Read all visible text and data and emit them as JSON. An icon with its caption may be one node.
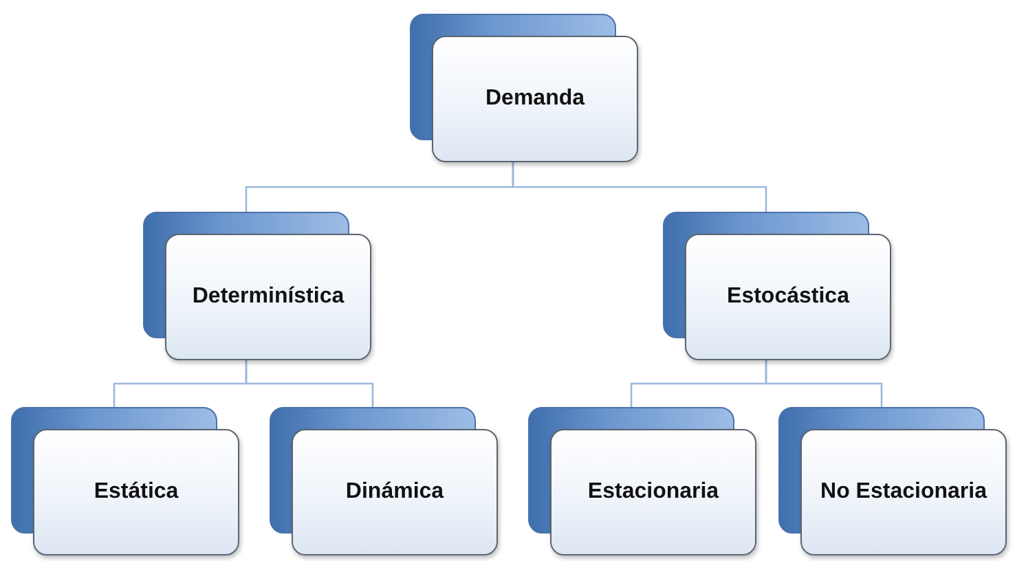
{
  "diagram": {
    "nodes": [
      {
        "text": [
          "Demanda"
        ]
      },
      {
        "text": [
          "Determinística"
        ]
      },
      {
        "text": [
          "Estocástica"
        ]
      },
      {
        "text": [
          "Estática"
        ]
      },
      {
        "text": [
          "Dinámica"
        ]
      },
      {
        "text": [
          "Estacionaria"
        ]
      },
      {
        "text": [
          "No Estacionaria"
        ]
      }
    ],
    "edges": [
      {
        "from": 0,
        "to": 1,
        "arrow": "none"
      },
      {
        "from": 0,
        "to": 2,
        "arrow": "none"
      },
      {
        "from": 1,
        "to": 3,
        "arrow": "none"
      },
      {
        "from": 1,
        "to": 4,
        "arrow": "none"
      },
      {
        "from": 2,
        "to": 5,
        "arrow": "none"
      },
      {
        "from": 2,
        "to": 6,
        "arrow": "none"
      }
    ]
  }
}
